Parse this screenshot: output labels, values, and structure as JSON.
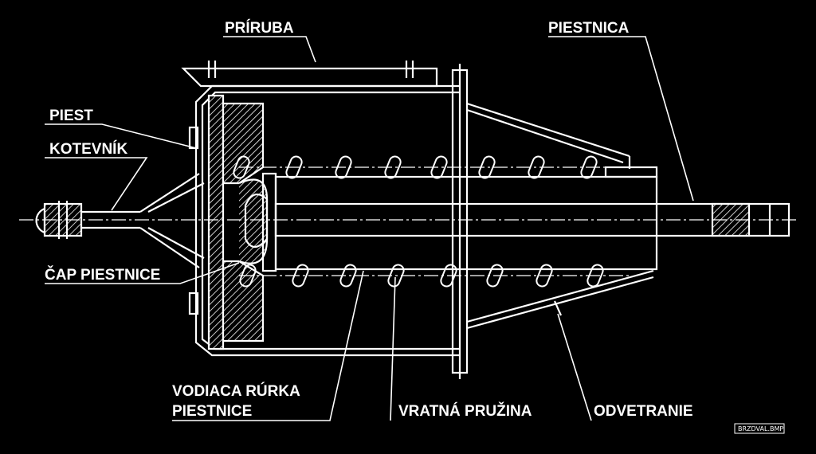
{
  "labels": {
    "priruba": "PRÍRUBA",
    "piestnica": "PIESTNICA",
    "piest": "PIEST",
    "kotevnik": "KOTEVNÍK",
    "cap_piestnice": "ČAP PIESTNICE",
    "vodiaca_line1": "VODIACA RÚRKA",
    "vodiaca_line2": "PIESTNICE",
    "vratna_pruzina": "VRATNÁ PRUŽINA",
    "odvetranie": "ODVETRANIE"
  },
  "file_badge": "BRZDVAL.BMP",
  "colors": {
    "background": "#000000",
    "line": "#ffffff"
  }
}
